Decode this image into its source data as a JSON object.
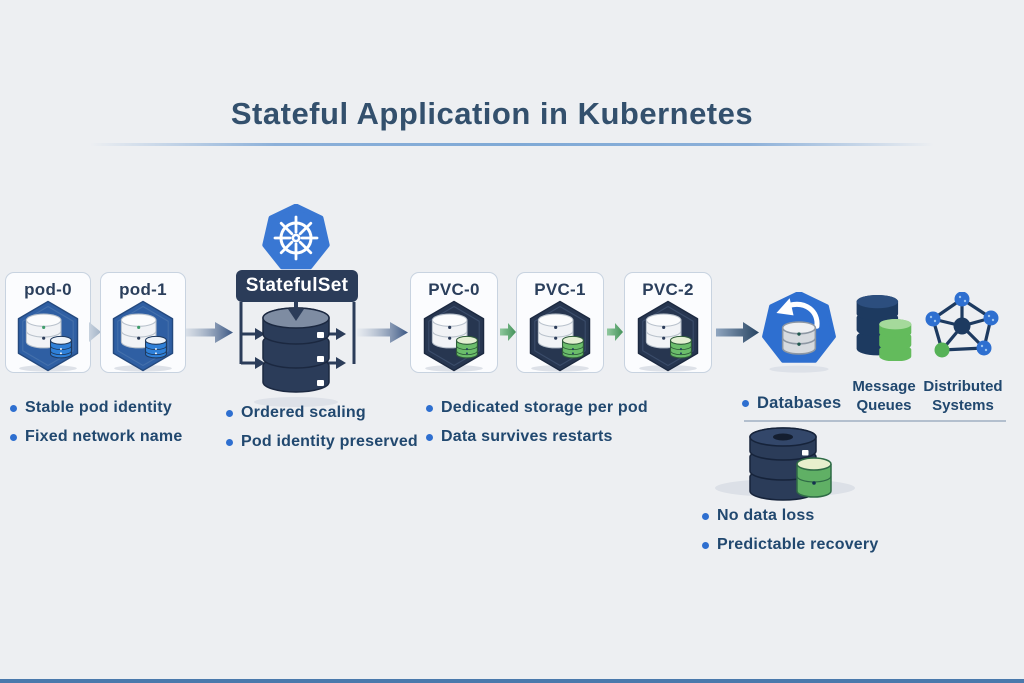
{
  "title": "Stateful Application in Kubernetes",
  "pods": {
    "items": [
      {
        "label": "pod-0"
      },
      {
        "label": "pod-1"
      }
    ],
    "bullets": [
      "Stable pod identity",
      "Fixed network name"
    ]
  },
  "statefulset": {
    "label": "StatefulSet",
    "bullets": [
      "Ordered scaling",
      "Pod identity preserved"
    ]
  },
  "pvcs": {
    "items": [
      {
        "label": "PVC-0"
      },
      {
        "label": "PVC-1"
      },
      {
        "label": "PVC-2"
      }
    ],
    "bullets": [
      "Dedicated storage per pod",
      "Data survives restarts"
    ]
  },
  "workloads": {
    "databases_label": "Databases",
    "message_queues_label": "Message Queues",
    "distributed_systems_label": "Distributed Systems"
  },
  "recovery": {
    "bullets": [
      "No data loss",
      "Predictable recovery"
    ]
  },
  "icons": {
    "kubernetes": "kubernetes-wheel-icon",
    "pod": "pod-hexagon-database-icon",
    "pvc": "pvc-hexagon-database-icon",
    "statefulset_stack": "database-stack-icon",
    "databases": "database-restore-hexagon-icon",
    "message_queues": "message-queue-cylinders-icon",
    "distributed_systems": "network-nodes-icon",
    "recovery": "database-stack-recovery-icon"
  },
  "colors": {
    "background": "#edeff2",
    "title": "#33506d",
    "text": "#21486f",
    "bullet": "#2e6fd0",
    "navy": "#2b3c59",
    "pod_hexagon": "#2f5fa3",
    "pvc_hexagon": "#273650",
    "kubernetes_blue": "#3977d3",
    "accent_blue": "#2e6fd0",
    "green": "#5cb85c",
    "arrow_green": "#3f8f55",
    "bottom_bar": "#4a79ac"
  }
}
